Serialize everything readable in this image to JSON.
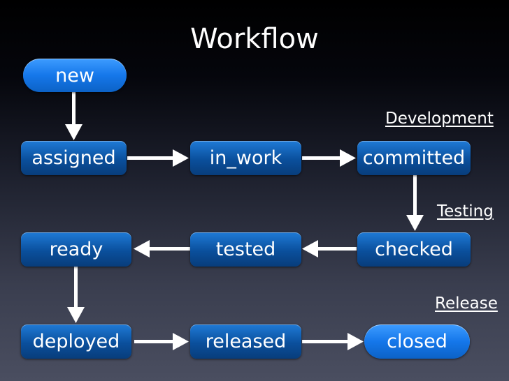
{
  "title": "Workflow",
  "states": {
    "new": "new",
    "assigned": "assigned",
    "in_work": "in_work",
    "committed": "committed",
    "checked": "checked",
    "tested": "tested",
    "ready": "ready",
    "deployed": "deployed",
    "released": "released",
    "closed": "closed"
  },
  "sections": {
    "development": "Development",
    "testing": "Testing",
    "release": "Release"
  },
  "transitions": [
    [
      "new",
      "assigned"
    ],
    [
      "assigned",
      "in_work"
    ],
    [
      "in_work",
      "committed"
    ],
    [
      "committed",
      "checked"
    ],
    [
      "checked",
      "tested"
    ],
    [
      "tested",
      "ready"
    ],
    [
      "ready",
      "deployed"
    ],
    [
      "deployed",
      "released"
    ],
    [
      "released",
      "closed"
    ]
  ],
  "colors": {
    "state_fill": "#0a4f9c",
    "endpoint_fill": "#1577ea",
    "arrow": "#ffffff",
    "text": "#ffffff"
  }
}
